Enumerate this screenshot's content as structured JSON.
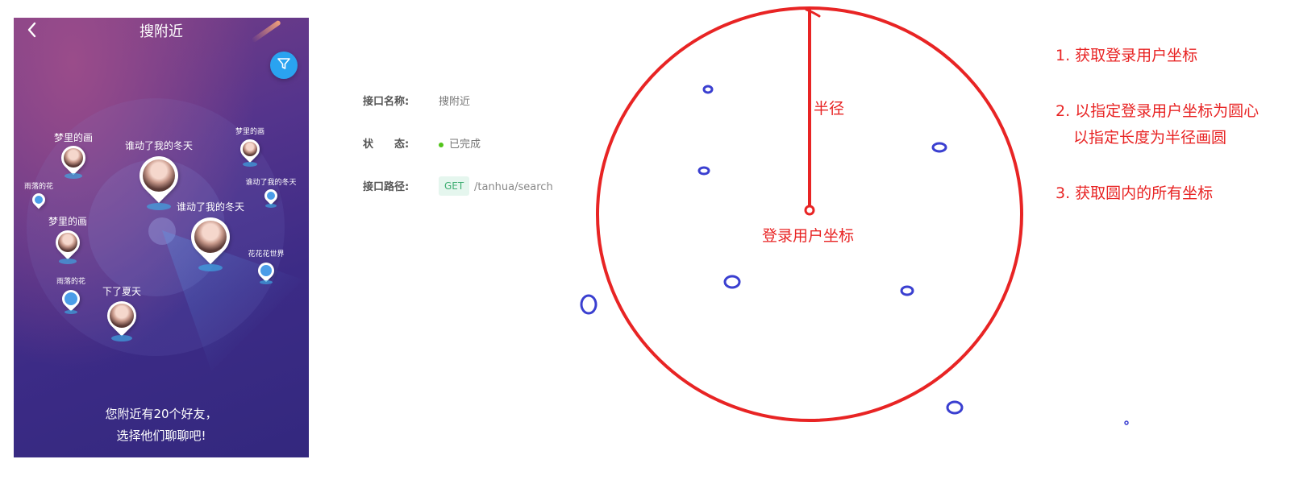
{
  "app": {
    "title": "搜附近",
    "back_icon": "chevron-left-icon",
    "filter_icon": "filter-icon",
    "users": [
      {
        "name": "梦里的画",
        "kind": "avatar"
      },
      {
        "name": "谁动了我的冬天",
        "kind": "avatar"
      },
      {
        "name": "梦里的画",
        "kind": "avatar"
      },
      {
        "name": "雨落的花",
        "kind": "dot"
      },
      {
        "name": "谁动了我的冬天",
        "kind": "dot"
      },
      {
        "name": "梦里的画",
        "kind": "avatar"
      },
      {
        "name": "谁动了我的冬天",
        "kind": "avatar"
      },
      {
        "name": "花花花世界",
        "kind": "dot"
      },
      {
        "name": "雨落的花",
        "kind": "dot"
      },
      {
        "name": "下了夏天",
        "kind": "avatar"
      }
    ],
    "bottom_line1": "您附近有20个好友，",
    "bottom_line2": "选择他们聊聊吧!"
  },
  "api": {
    "name_label": "接口名称:",
    "name_value": "搜附近",
    "status_label": "状　　态:",
    "status_value": "已完成",
    "status_color": "#52c41a",
    "path_label": "接口路径:",
    "method": "GET",
    "path": "/tanhua/search"
  },
  "diagram": {
    "radius_label": "半径",
    "center_label": "登录用户坐标",
    "circle_color": "#e82424",
    "point_color": "#3a3fd0",
    "steps": [
      "1. 获取登录用户坐标",
      "2. 以指定登录用户坐标为圆心",
      "以指定长度为半径画圆",
      "3. 获取圆内的所有坐标"
    ]
  }
}
